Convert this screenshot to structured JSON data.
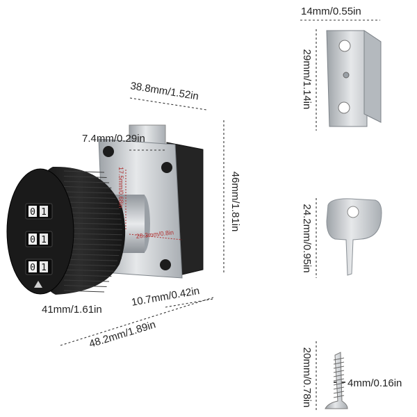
{
  "labels": {
    "lock_top_width": "38.8mm/1.52in",
    "bolt_width": "7.4mm/0.29in",
    "body_height": "46mm/1.81in",
    "bolt_throw": "17.5mm/0.68in",
    "cylinder_length": "20.3mm/0.8in",
    "base_depth": "10.7mm/0.42in",
    "dial_diameter": "41mm/1.61in",
    "overall_depth": "48.2mm/1.89in",
    "bracket_width": "14mm/0.55in",
    "bracket_height": "29mm/1.14in",
    "key_height": "24.2mm/0.95in",
    "screw_length": "20mm/0.78in",
    "screw_diameter": "4mm/0.16in"
  },
  "dial_digits": [
    "0",
    "1",
    "0",
    "1",
    "0",
    "1"
  ],
  "colors": {
    "dimension_line": "#333333",
    "dial": "#1e1e1e",
    "metal": "#c9ccd0",
    "lock_body": "#2a2a2a",
    "inner_dimension": "#b03030"
  }
}
